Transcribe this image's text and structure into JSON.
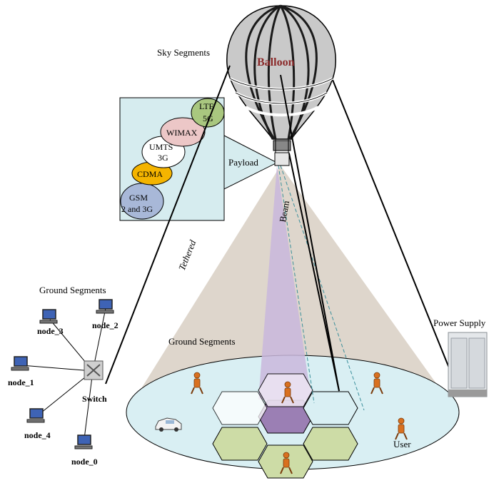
{
  "labels": {
    "sky_segments": "Sky Segments",
    "balloon": "Balloon",
    "payload": "Payload",
    "beam": "Beam",
    "tethered": "Tethered",
    "ground_segments_left": "Ground  Segments",
    "ground_segments_center": "Ground  Segments",
    "power_supply": "Power Supply",
    "user": "User",
    "switch": "Switch"
  },
  "technologies": {
    "lte": {
      "line1": "LTE",
      "line2": "5G",
      "color": "#a9c77f"
    },
    "wimax": {
      "line1": "WIMAX",
      "color": "#ecc7c7"
    },
    "umts": {
      "line1": "UMTS",
      "line2": "3G",
      "color": "#ffffff"
    },
    "cdma": {
      "line1": "CDMA",
      "color": "#f4b400"
    },
    "gsm": {
      "line1": "GSM",
      "line2": "2 and 3G",
      "color": "#a8b8d8"
    }
  },
  "nodes": [
    {
      "id": "node_3",
      "label": "node_3"
    },
    {
      "id": "node_2",
      "label": "node_2"
    },
    {
      "id": "node_1",
      "label": "node_1"
    },
    {
      "id": "node_4",
      "label": "node_4"
    },
    {
      "id": "node_0",
      "label": "node_0"
    }
  ],
  "colors": {
    "payload_box": "#d6ecef",
    "coverage_ellipse": "#d9eff3",
    "cone": "#d8cfc3",
    "beam": "#c9b7dc",
    "hex_green": "#cddca6",
    "hex_purple": "#9b7fb4",
    "balloon_text": "#8b2a2a"
  }
}
